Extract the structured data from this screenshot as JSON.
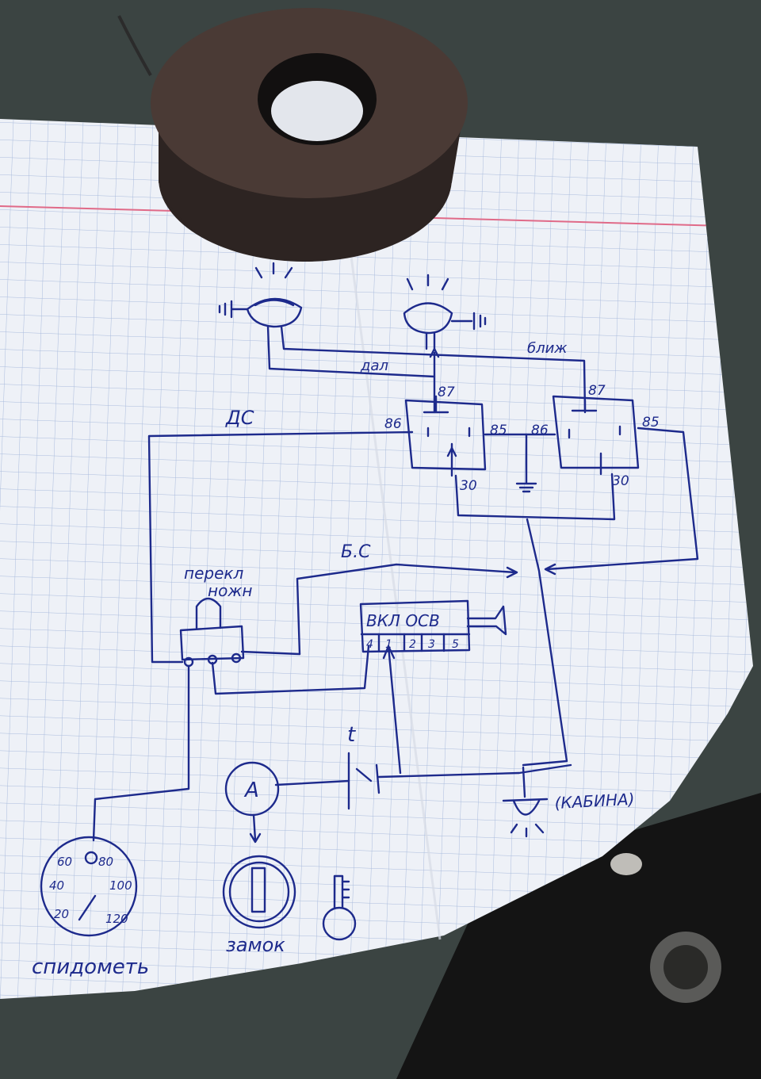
{
  "scene": {
    "colors": {
      "background": "#3b4442",
      "paper": "#eef1f7",
      "grid": "#9fb3d6",
      "margin_line": "#e06a88",
      "ink": "#1d2a8c",
      "magnet": "#3a2f2c"
    }
  },
  "labels": {
    "dal": "дал",
    "blizh": "ближ",
    "ds": "ДС",
    "bs": "Б.С",
    "perekl": "перекл",
    "nozhn": "ножн",
    "vkl_osv": "ВКЛ ОСВ",
    "kabina": "(КАБИНА)",
    "spidometr": "спидометь",
    "zamok": "замок",
    "ammeter": "A",
    "fuse": "t",
    "relay1": {
      "p87": "87",
      "p86": "86",
      "p85": "85",
      "p30": "30"
    },
    "relay2": {
      "p87": "87",
      "p86": "86",
      "p85": "85",
      "p30": "30"
    },
    "switch_pins": [
      "4",
      "1",
      "2",
      "3",
      "5"
    ],
    "speedo_scale": [
      "60",
      "80",
      "40",
      "100",
      "20",
      "120"
    ]
  }
}
